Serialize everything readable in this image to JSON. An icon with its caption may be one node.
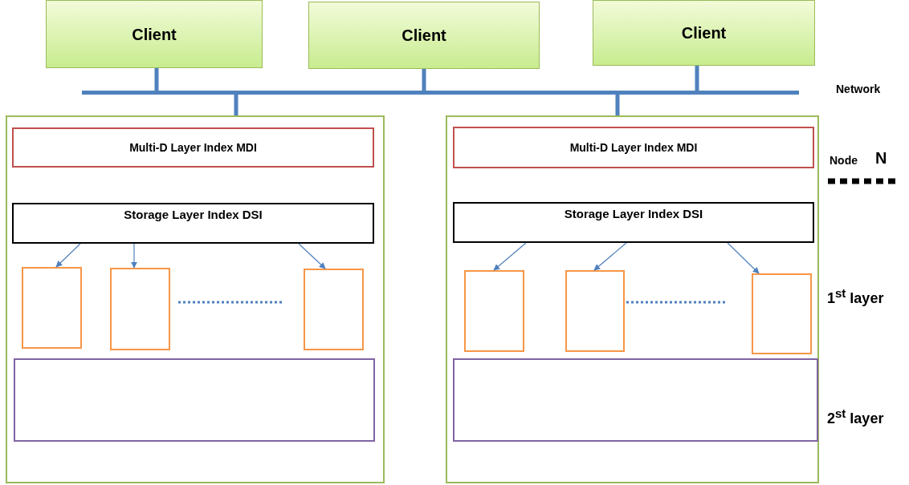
{
  "diagram": {
    "nodes": [
      {
        "text": [
          "Client"
        ]
      },
      {
        "text": [
          "Client"
        ]
      },
      {
        "text": [
          "Client"
        ]
      },
      {
        "text": [],
        "shape": "bar",
        "beside": [
          "Network"
        ]
      },
      {
        "text": [],
        "shape": "box"
      },
      {
        "text": [
          "Multi-D Layer Index MDI"
        ],
        "in": 4
      },
      {
        "text": [
          "Storage Layer Index DSI"
        ],
        "in": 4
      },
      {
        "text": [],
        "shape": "box",
        "in": 4
      },
      {
        "text": [],
        "shape": "box",
        "in": 4
      },
      {
        "text": [],
        "shape": "box",
        "in": 4
      },
      {
        "text": [],
        "shape": "box",
        "in": 4
      },
      {
        "text": [],
        "shape": "box"
      },
      {
        "text": [
          "Multi-D Layer Index MDI"
        ],
        "in": 11
      },
      {
        "text": [
          "Storage Layer Index DSI"
        ],
        "in": 11
      },
      {
        "text": [],
        "shape": "box",
        "in": 11
      },
      {
        "text": [],
        "shape": "box",
        "in": 11
      },
      {
        "text": [],
        "shape": "box",
        "in": 11
      },
      {
        "text": [],
        "shape": "box",
        "in": 11
      }
    ],
    "edges": [
      {
        "from": 0,
        "to": 3,
        "arrow": "none",
        "style": "thick"
      },
      {
        "from": 1,
        "to": 3,
        "arrow": "none",
        "style": "thick"
      },
      {
        "from": 2,
        "to": 3,
        "arrow": "none",
        "style": "thick"
      },
      {
        "from": 3,
        "to": 4,
        "arrow": "none",
        "style": "thick"
      },
      {
        "from": 3,
        "to": 11,
        "arrow": "none",
        "style": "thick"
      },
      {
        "from": 6,
        "to": 7,
        "arrow": "to"
      },
      {
        "from": 6,
        "to": 8,
        "arrow": "to"
      },
      {
        "from": 6,
        "to": 9,
        "arrow": "to"
      },
      {
        "from": 13,
        "to": 14,
        "arrow": "to"
      },
      {
        "from": 13,
        "to": 15,
        "arrow": "to"
      },
      {
        "from": 13,
        "to": 16,
        "arrow": "to"
      }
    ],
    "labels": [
      "Node",
      "N",
      "1$^{st}$ layer",
      "2$^{st}$ layer"
    ]
  }
}
